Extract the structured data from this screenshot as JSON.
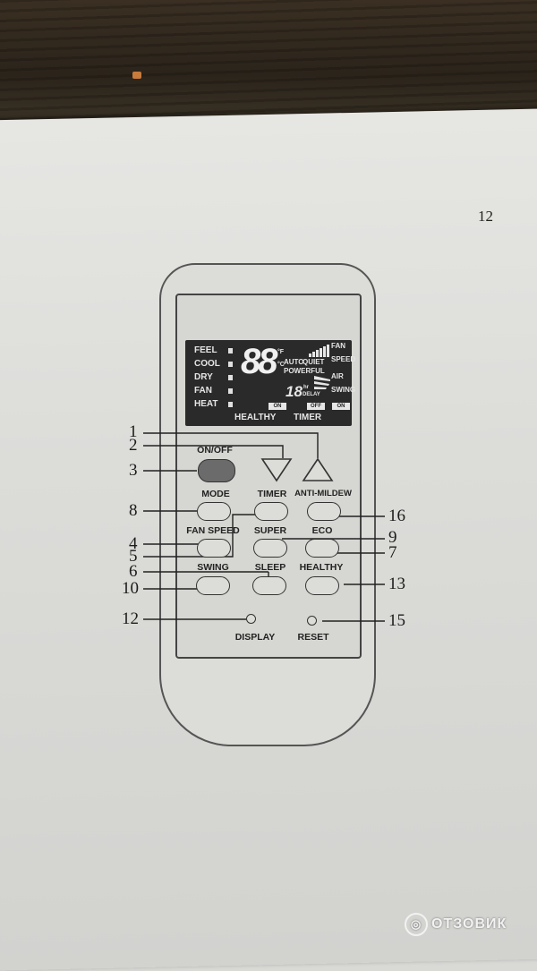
{
  "page_number": "12",
  "lcd": {
    "modes": [
      "FEEL",
      "COOL",
      "DRY",
      "FAN",
      "HEAT"
    ],
    "digits": "88",
    "unit_f": "°F",
    "unit_c": "°C",
    "auto": "AUTO",
    "quiet": "QUIET",
    "powerful": "POWERFUL",
    "fan": "FAN",
    "speed": "SPEED",
    "air": "AIR",
    "swing": "SWING",
    "timer_digits": "18",
    "hr": "hr",
    "delay": "DELAY",
    "on1": "ON",
    "off": "OFF",
    "on2": "ON",
    "healthy": "HEALTHY",
    "timer": "TIMER"
  },
  "buttons": {
    "onoff": "ON/OFF",
    "mode": "MODE",
    "timer": "TIMER",
    "anti_mildew": "ANTI-MILDEW",
    "fan_speed": "FAN SPEED",
    "super": "SUPER",
    "eco": "ECO",
    "swing": "SWING",
    "sleep": "SLEEP",
    "healthy": "HEALTHY",
    "display": "DISPLAY",
    "reset": "RESET"
  },
  "callouts": {
    "c1": "1",
    "c2": "2",
    "c3": "3",
    "c8": "8",
    "c4": "4",
    "c5": "5",
    "c6": "6",
    "c10": "10",
    "c12": "12",
    "c16": "16",
    "c9": "9",
    "c7": "7",
    "c13": "13",
    "c15": "15"
  },
  "watermark": {
    "icon": "otzovik-icon",
    "text": "ОТЗОВИК"
  }
}
